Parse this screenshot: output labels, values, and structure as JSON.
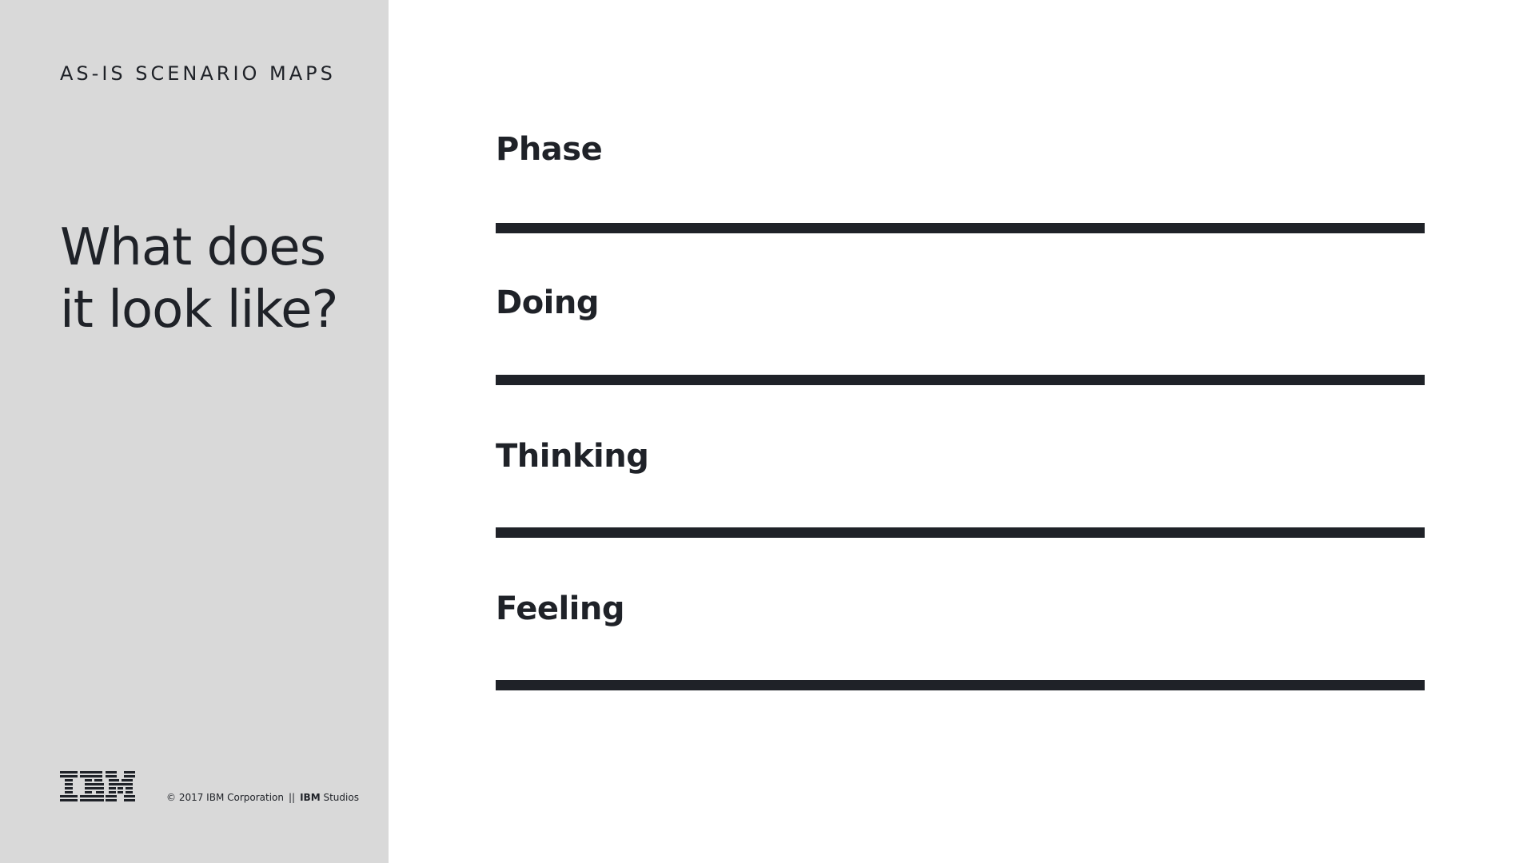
{
  "sidebar": {
    "eyebrow": "AS-IS SCENARIO MAPS",
    "headline_line1": "What does",
    "headline_line2": "it look like?",
    "logo_text": "IBM",
    "copyright": "© 2017 IBM Corporation",
    "separator": "||",
    "studio_brand": "IBM",
    "studio_name": "Studios"
  },
  "rows": [
    {
      "label": "Phase"
    },
    {
      "label": "Doing"
    },
    {
      "label": "Thinking"
    },
    {
      "label": "Feeling"
    }
  ],
  "colors": {
    "sidebar_bg": "#d9d9d9",
    "ink": "#1f2228",
    "background": "#ffffff"
  }
}
